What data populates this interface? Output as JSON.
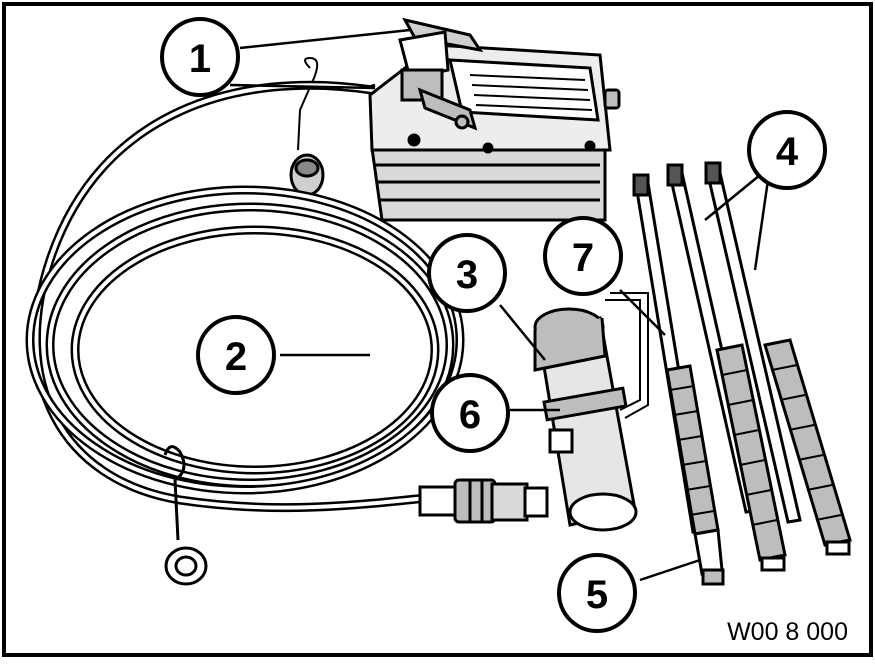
{
  "callouts": [
    {
      "id": "1",
      "label": "1"
    },
    {
      "id": "2",
      "label": "2"
    },
    {
      "id": "3",
      "label": "3"
    },
    {
      "id": "4",
      "label": "4"
    },
    {
      "id": "5",
      "label": "5"
    },
    {
      "id": "6",
      "label": "6"
    },
    {
      "id": "7",
      "label": "7"
    }
  ],
  "figure_code": "W00 8 000",
  "colors": {
    "ink": "#000000",
    "paper": "#ffffff",
    "shade": "#bdbdbd"
  }
}
